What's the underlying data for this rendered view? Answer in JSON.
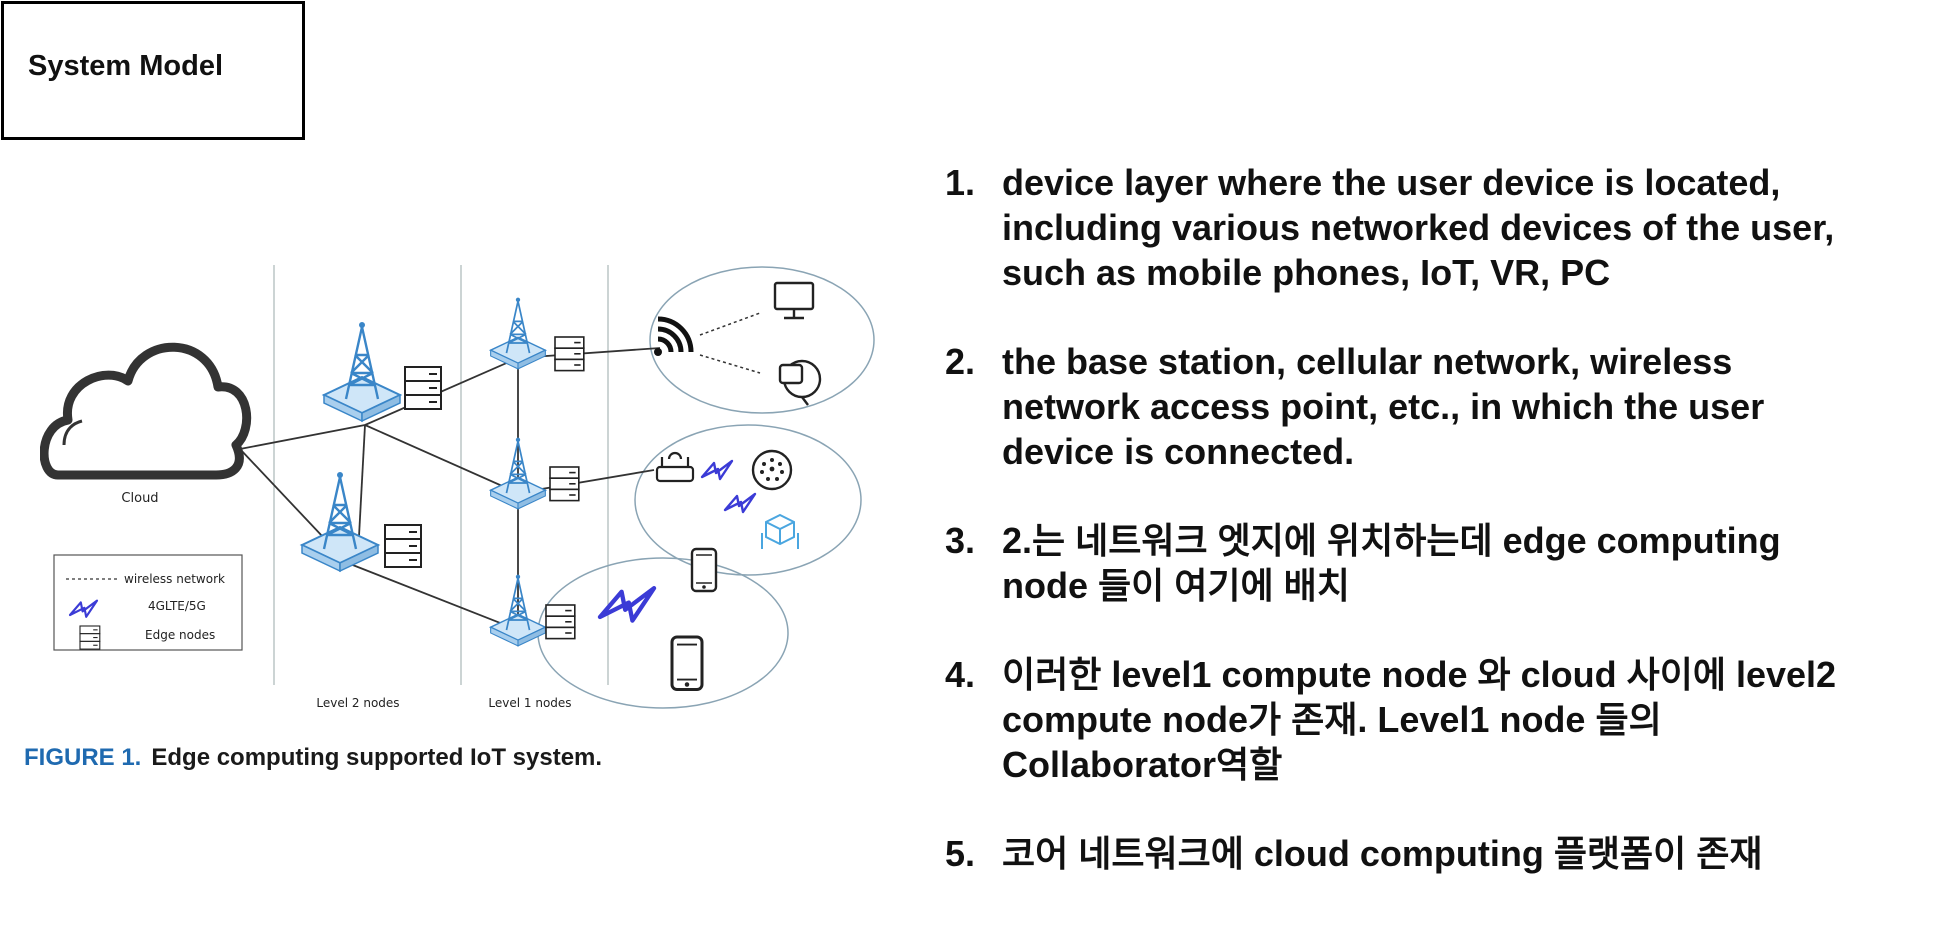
{
  "slide": {
    "title": "System Model"
  },
  "figure": {
    "caption_label": "FIGURE 1.",
    "caption_text": "Edge computing supported IoT system.",
    "cloud_label": "Cloud",
    "level2_label": "Level 2 nodes",
    "level1_label": "Level 1 nodes",
    "legend": {
      "wireless": "wireless network",
      "lte": "4GLTE/5G",
      "edge": "Edge nodes"
    },
    "colors": {
      "tower": "#3a86c8",
      "platform": "#cfe6f8",
      "line": "#333333",
      "caption_label": "#1f6ab0"
    },
    "icons": [
      "cloud-icon",
      "cell-tower-icon",
      "server-rack-icon",
      "wifi-signal-icon",
      "monitor-icon",
      "vr-headset-icon",
      "router-icon",
      "lightning-icon",
      "iota-coin-icon",
      "cube-network-icon",
      "smartphone-icon"
    ]
  },
  "points": [
    {
      "num": "1.",
      "text": "device layer where the user device is located,\nincluding various networked devices of the user,\nsuch as mobile phones, IoT, VR, PC"
    },
    {
      "num": "2.",
      "text": "the base station, cellular network, wireless\nnetwork access point, etc., in which the user\ndevice is connected."
    },
    {
      "num": "3.",
      "text": "2.는 네트워크 엣지에 위치하는데 edge computing\nnode 들이 여기에 배치"
    },
    {
      "num": "4.",
      "text": "이러한 level1 compute node 와 cloud 사이에 level2\ncompute  node가 존재. Level1 node 들의\nCollaborator역할"
    },
    {
      "num": "5.",
      "text": "코어 네트워크에 cloud computing 플랫폼이 존재"
    }
  ]
}
